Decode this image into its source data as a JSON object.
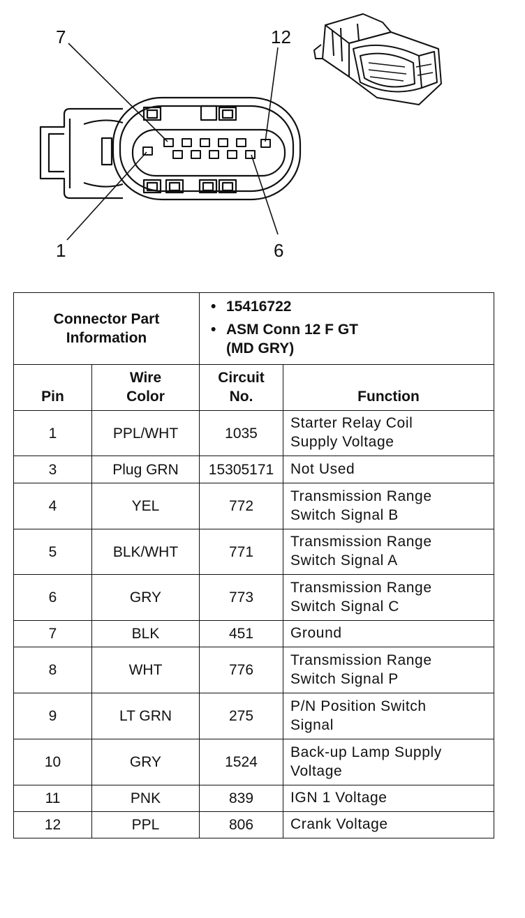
{
  "callouts": {
    "pin_7": "7",
    "pin_12": "12",
    "pin_1": "1",
    "pin_6": "6"
  },
  "connector_info": {
    "label_line1": "Connector Part",
    "label_line2": "Information",
    "part_number": "15416722",
    "description_line1": "ASM Conn 12 F GT",
    "description_line2": "(MD GRY)"
  },
  "headers": {
    "pin": "Pin",
    "wire_color_line1": "Wire",
    "wire_color_line2": "Color",
    "circuit_line1": "Circuit",
    "circuit_line2": "No.",
    "function": "Function"
  },
  "rows": [
    {
      "pin": "1",
      "wire": "PPL/WHT",
      "circuit": "1035",
      "function_line1": "Starter Relay Coil",
      "function_line2": "Supply Voltage"
    },
    {
      "pin": "3",
      "wire": "Plug GRN",
      "circuit": "15305171",
      "function_line1": "Not Used",
      "function_line2": ""
    },
    {
      "pin": "4",
      "wire": "YEL",
      "circuit": "772",
      "function_line1": "Transmission Range",
      "function_line2": "Switch Signal B"
    },
    {
      "pin": "5",
      "wire": "BLK/WHT",
      "circuit": "771",
      "function_line1": "Transmission Range",
      "function_line2": "Switch Signal A"
    },
    {
      "pin": "6",
      "wire": "GRY",
      "circuit": "773",
      "function_line1": "Transmission Range",
      "function_line2": "Switch Signal C"
    },
    {
      "pin": "7",
      "wire": "BLK",
      "circuit": "451",
      "function_line1": "Ground",
      "function_line2": ""
    },
    {
      "pin": "8",
      "wire": "WHT",
      "circuit": "776",
      "function_line1": "Transmission Range",
      "function_line2": "Switch Signal P"
    },
    {
      "pin": "9",
      "wire": "LT GRN",
      "circuit": "275",
      "function_line1": "P/N Position Switch",
      "function_line2": "Signal"
    },
    {
      "pin": "10",
      "wire": "GRY",
      "circuit": "1524",
      "function_line1": "Back-up Lamp Supply",
      "function_line2": "Voltage"
    },
    {
      "pin": "11",
      "wire": "PNK",
      "circuit": "839",
      "function_line1": "IGN 1 Voltage",
      "function_line2": ""
    },
    {
      "pin": "12",
      "wire": "PPL",
      "circuit": "806",
      "function_line1": "Crank Voltage",
      "function_line2": ""
    }
  ]
}
